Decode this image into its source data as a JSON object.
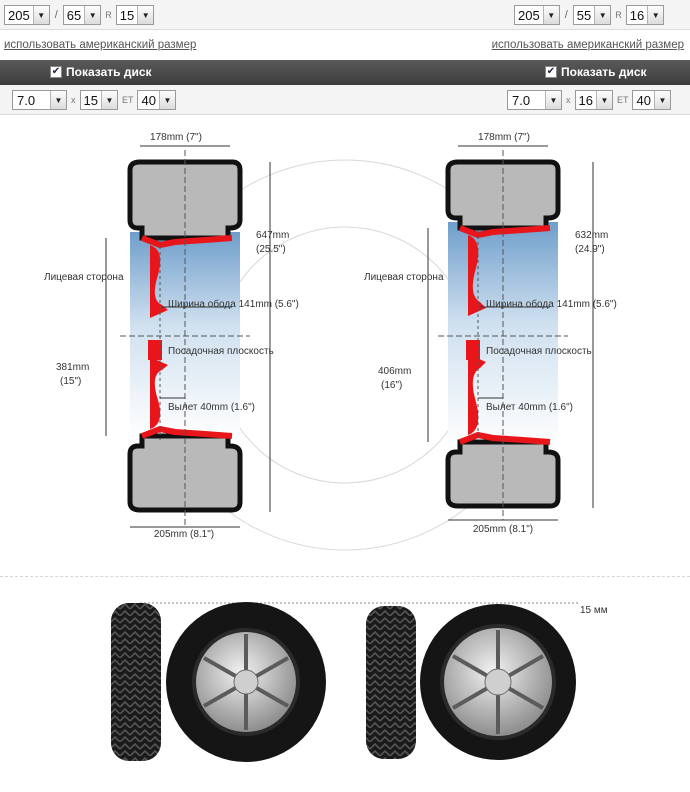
{
  "left": {
    "tire": {
      "width": "205",
      "sep1": "/",
      "profile": "65",
      "r": "R",
      "rim": "15"
    },
    "us_size_link": "использовать американский размер",
    "show_disk_label": "Показать диск",
    "wheel": {
      "width": "7.0",
      "x": "x",
      "diameter": "15",
      "et_label": "ET",
      "et": "40"
    },
    "dims": {
      "tread_width": "178mm (7\")",
      "diameter_mm": "647mm",
      "diameter_in": "(25.5\")",
      "face": "Лицевая сторона",
      "rim_width": "Ширина обода 141mm (5.6\")",
      "rim_mm": "381mm",
      "rim_in": "(15\")",
      "mounting": "Посадочная плоскость",
      "offset": "Вылет 40mm (1.6\")",
      "section_width": "205mm (8.1\")"
    }
  },
  "right": {
    "tire": {
      "width": "205",
      "sep1": "/",
      "profile": "55",
      "r": "R",
      "rim": "16"
    },
    "us_size_link": "использовать американский размер",
    "show_disk_label": "Показать диск",
    "wheel": {
      "width": "7.0",
      "x": "x",
      "diameter": "16",
      "et_label": "ET",
      "et": "40"
    },
    "dims": {
      "tread_width": "178mm (7\")",
      "diameter_mm": "632mm",
      "diameter_in": "(24.9\")",
      "face": "Лицевая сторона",
      "rim_width": "Ширина обода  141mm (5.6\")",
      "rim_mm": "406mm",
      "rim_in": "(16\")",
      "mounting": "Посадочная плоскость",
      "offset": "Вылет 40mm (1.6\")",
      "section_width": "205mm (8.1\")"
    }
  },
  "difference_label": "15 мм",
  "arrow_glyph": "▼",
  "check_glyph": "✔",
  "colors": {
    "rim_red": "#e8161b",
    "tire_gray": "#b9b9b9",
    "tire_outline": "#111111",
    "dark_bar": "#4a4a4a"
  }
}
